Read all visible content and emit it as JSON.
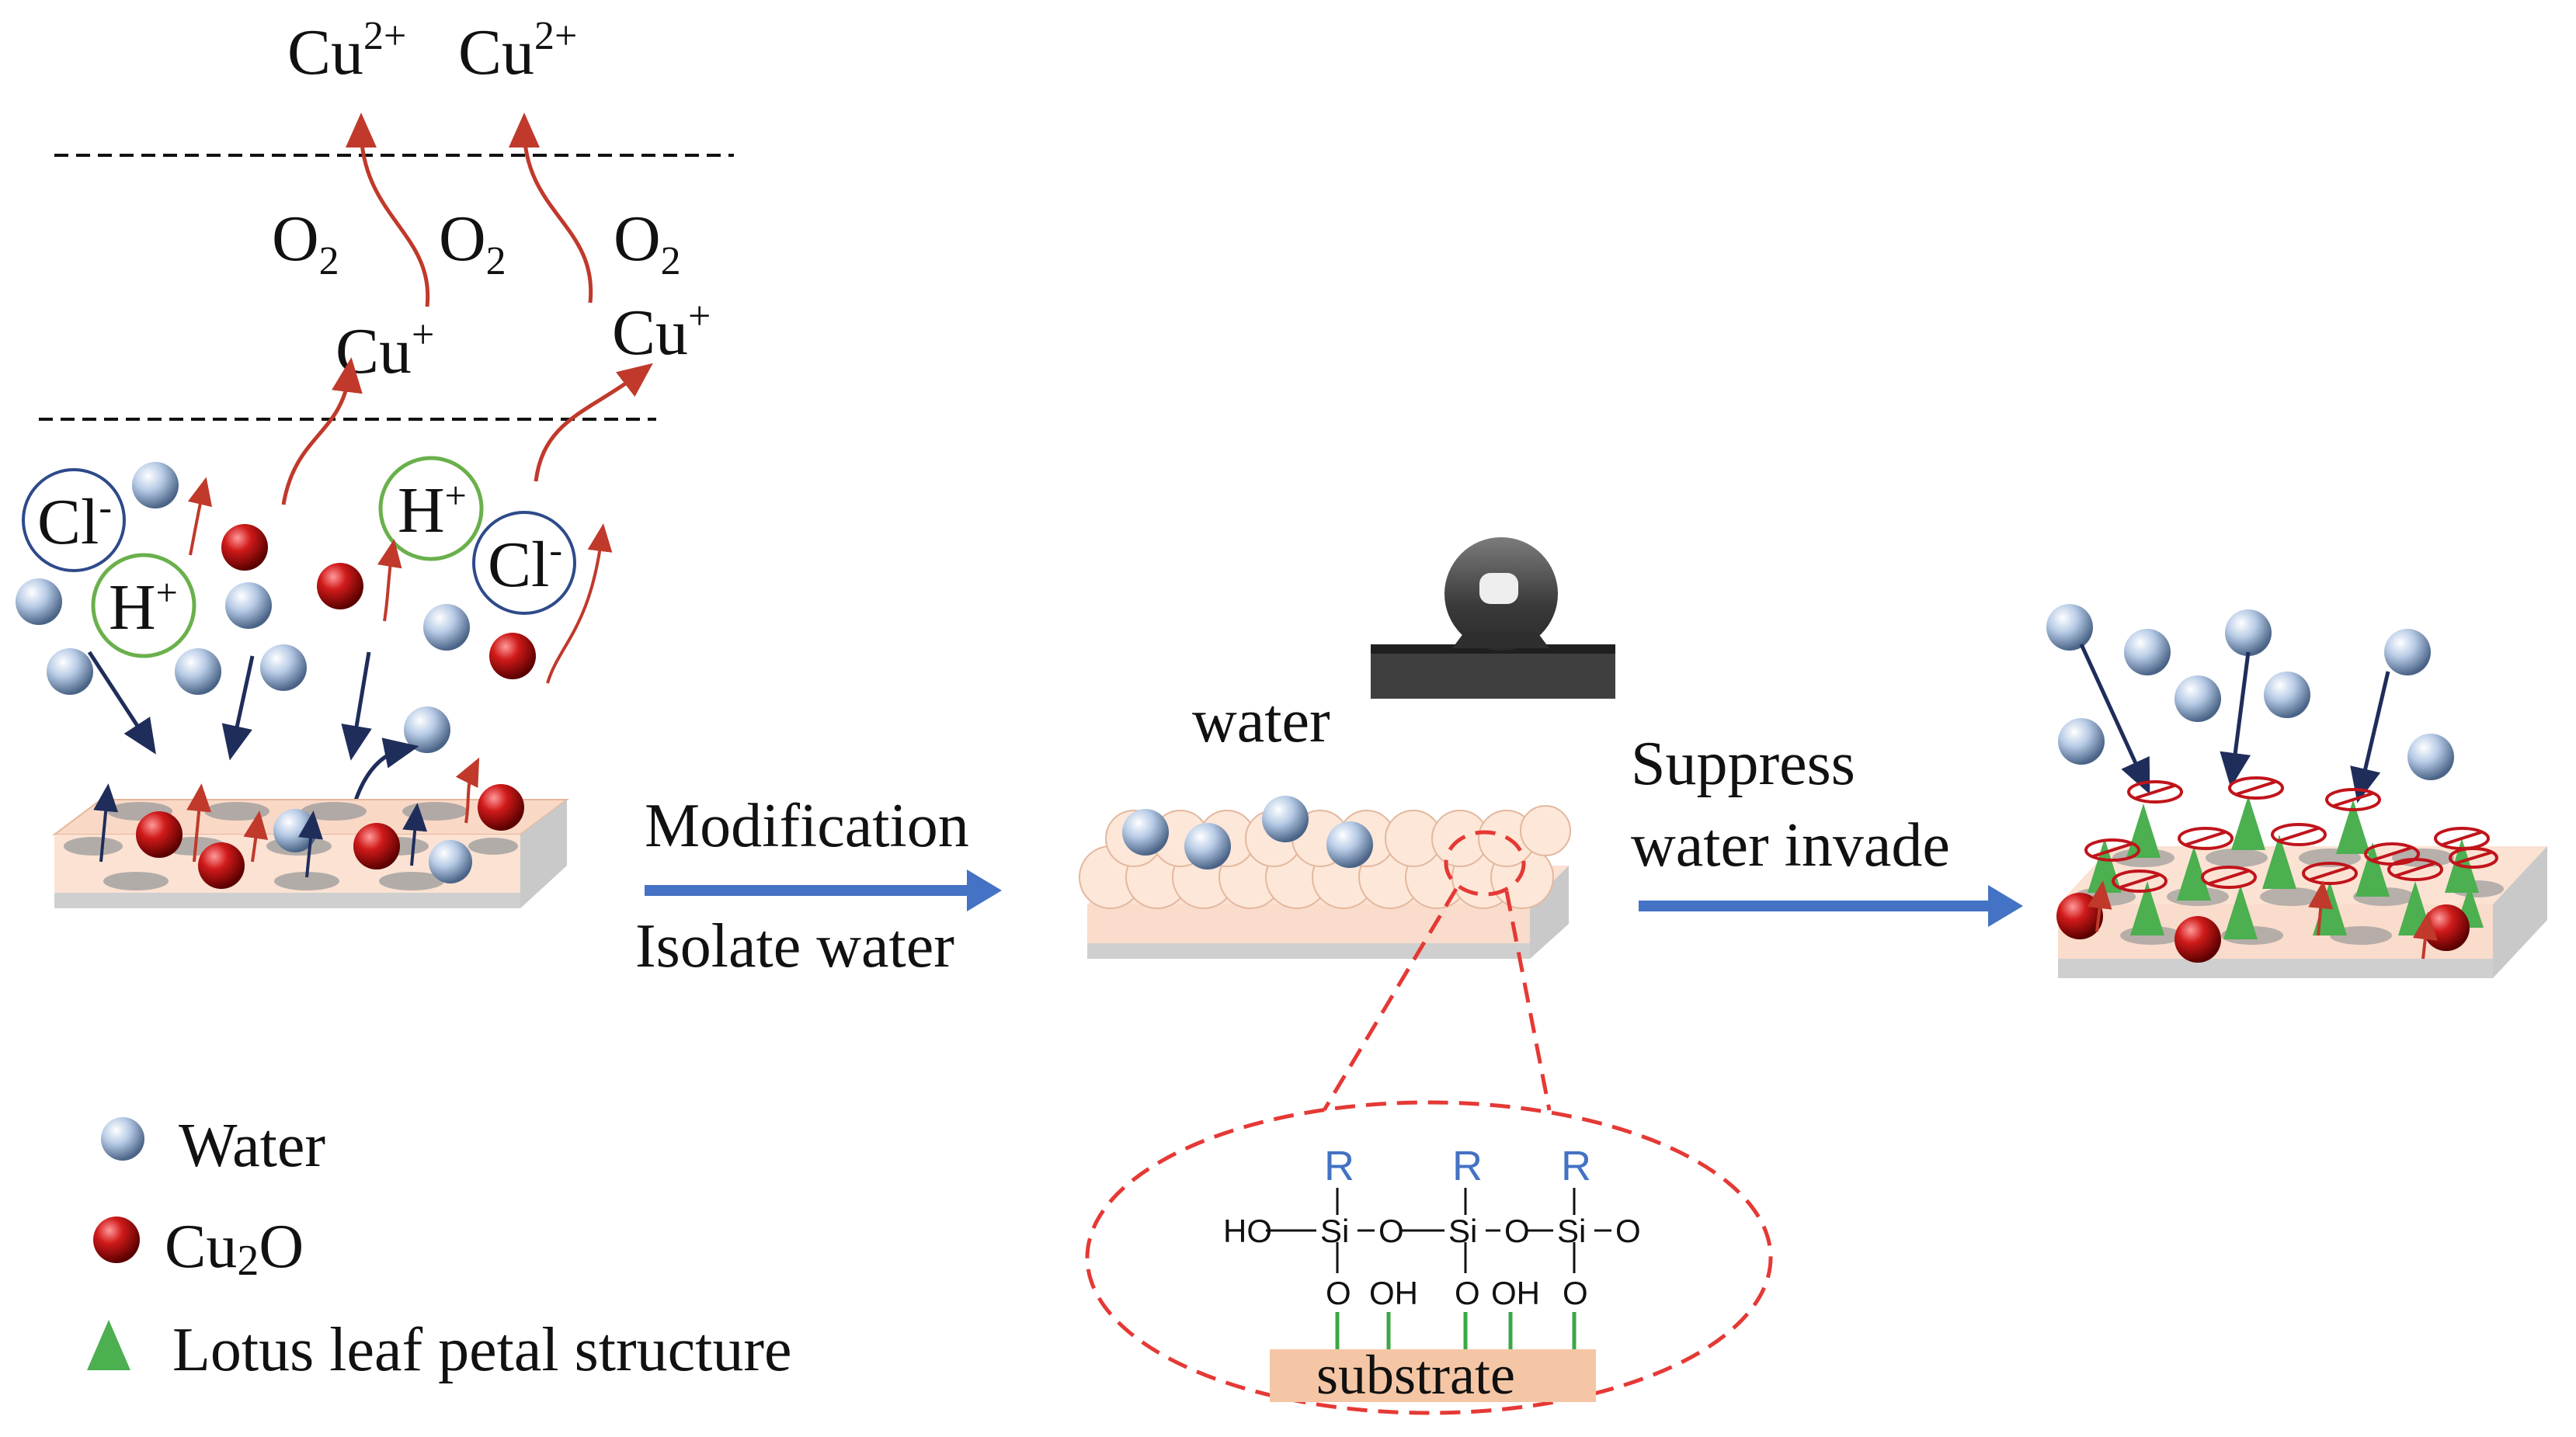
{
  "ions": {
    "cu2_a": {
      "base": "Cu",
      "sup": "2+"
    },
    "cu2_b": {
      "base": "Cu",
      "sup": "2+"
    },
    "o2": {
      "base": "O",
      "sub": "2"
    },
    "cu1": {
      "base": "Cu",
      "sup": "+"
    },
    "cl": {
      "base": "Cl",
      "sup": "-"
    },
    "h": {
      "base": "H",
      "sup": "+"
    }
  },
  "labels": {
    "modification": "Modification",
    "isolate_water": "Isolate water",
    "water": "water",
    "suppress": "Suppress",
    "water_invade": "water invade"
  },
  "legend": {
    "water": "Water",
    "cu2o_base": "Cu",
    "cu2o_sub": "2",
    "cu2o_tail": "O",
    "lotus": "Lotus leaf petal structure"
  },
  "chemistry": {
    "r": "R",
    "ho": "HO",
    "si": "Si",
    "o": "O",
    "oh": "OH",
    "substrate": "substrate"
  },
  "colors": {
    "water_sphere": "#a9bfdc",
    "cu2o_sphere": "#c0141b",
    "lotus_cone": "#4caf50",
    "flow_arrow": "#c0392b",
    "water_arrow": "#1f2d5a",
    "process_arrow": "#4472c4",
    "zoom_ring": "#e53935",
    "substrate_fill": "#f5c6a5"
  }
}
